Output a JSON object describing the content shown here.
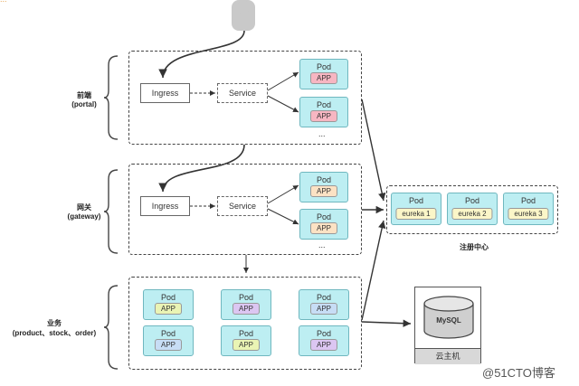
{
  "top_partial_text": "...",
  "tiers": {
    "portal": {
      "label_cn": "前端",
      "label_en": "(portal)",
      "ingress": "Ingress",
      "service": "Service",
      "pods": [
        {
          "title": "Pod",
          "app": "APP"
        },
        {
          "title": "Pod",
          "app": "APP"
        }
      ],
      "ellipsis": "..."
    },
    "gateway": {
      "label_cn": "网关",
      "label_en": "(gateway)",
      "ingress": "Ingress",
      "service": "Service",
      "pods": [
        {
          "title": "Pod",
          "app": "APP"
        },
        {
          "title": "Pod",
          "app": "APP"
        }
      ],
      "ellipsis": "..."
    },
    "business": {
      "label_cn": "业务",
      "label_en": "(product、stock、order)",
      "pods": [
        {
          "title": "Pod",
          "app": "APP"
        },
        {
          "title": "Pod",
          "app": "APP"
        },
        {
          "title": "Pod",
          "app": "APP"
        },
        {
          "title": "Pod",
          "app": "APP"
        },
        {
          "title": "Pod",
          "app": "APP"
        },
        {
          "title": "Pod",
          "app": "APP"
        }
      ]
    }
  },
  "registry": {
    "label": "注册中心",
    "pods": [
      {
        "title": "Pod",
        "app": "eureka 1"
      },
      {
        "title": "Pod",
        "app": "eureka 2"
      },
      {
        "title": "Pod",
        "app": "eureka 3"
      }
    ]
  },
  "database": {
    "name": "MySQL",
    "host_label": "云主机"
  },
  "watermark": "@51CTO博客",
  "colors": {
    "pod_fill": "#bdeef2",
    "app_pink": "#f7b6c2",
    "app_orange": "#fce2c4",
    "app_green": "#eaf4b4",
    "app_purple": "#dcc6f2",
    "app_blue": "#c7ddf5",
    "app_yellow": "#fbf6c8",
    "db_fill": "#cfcfcf"
  }
}
